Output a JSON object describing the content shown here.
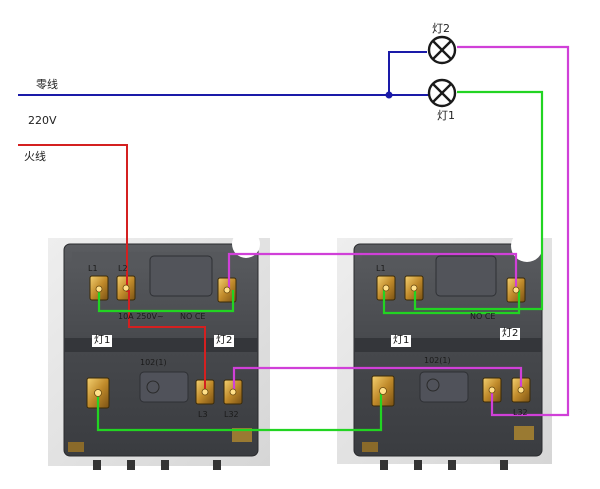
{
  "wires": {
    "neutral_label": "零线",
    "voltage_label": "220V",
    "live_label": "火线"
  },
  "lamps": {
    "lamp2_label": "灯2",
    "lamp1_label": "灯1"
  },
  "switch_left": {
    "tag_lamp1": "灯1",
    "tag_lamp2": "灯2",
    "marking_rating": "10A 250V~",
    "marking_model": "102(1)",
    "marking_l3": "L3",
    "marking_l32": "L32",
    "marking_l1": "L1",
    "marking_l2": "L2",
    "marking_no": "NO CE"
  },
  "switch_right": {
    "tag_lamp1": "灯1",
    "tag_lamp2": "灯2",
    "marking_model": "102(1)",
    "marking_l32": "L32",
    "marking_l1": "L1",
    "marking_no": "NO CE"
  },
  "colors": {
    "neutral": "#1a1aa8",
    "live": "#d42020",
    "green": "#22d422",
    "magenta": "#d040d8",
    "switch_body": "#4a4c50",
    "plate": "#e4e4e4"
  }
}
